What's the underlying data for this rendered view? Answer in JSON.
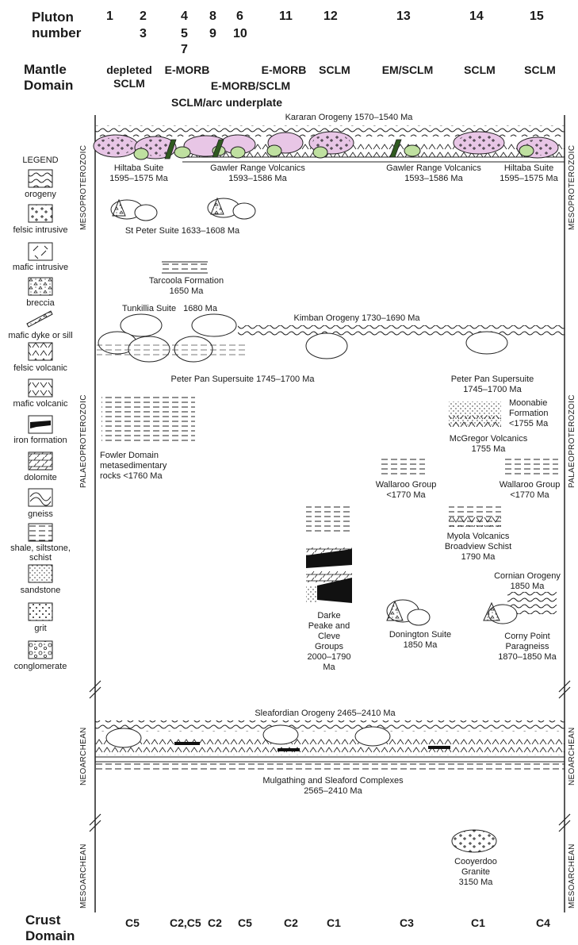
{
  "header": {
    "pluton_label": "Pluton number",
    "pluton_label_line1": "Pluton",
    "pluton_label_line2": "number",
    "mantle_label_line1": "Mantle",
    "mantle_label_line2": "Domain",
    "crust_label_line1": "Crust",
    "crust_label_line2": "Domain"
  },
  "pluton_numbers": {
    "n1": "1",
    "n2": "2",
    "n3": "3",
    "n4": "4",
    "n5": "5",
    "n7": "7",
    "n8": "8",
    "n9": "9",
    "n6": "6",
    "n10": "10",
    "n11": "11",
    "n12": "12",
    "n13": "13",
    "n14": "14",
    "n15": "15"
  },
  "mantle_domains": {
    "m1_line1": "depleted",
    "m1_line2": "SCLM",
    "m2": "E-MORB",
    "m3": "E-MORB/SCLM",
    "m4": "SCLM/arc underplate",
    "m5": "E-MORB",
    "m6": "SCLM",
    "m7": "EM/SCLM",
    "m8": "SCLM",
    "m9": "SCLM"
  },
  "eons": {
    "meso": "MESOPROTEROZOIC",
    "palaeo": "PALAEOPROTEROZOIC",
    "neoarchean": "NEOARCHEAN",
    "mesoarchean": "MESOARCHEAN"
  },
  "legend": {
    "title": "LEGEND",
    "items": [
      {
        "label": "orogeny",
        "icon": "orogeny-icon"
      },
      {
        "label": "felsic intrusive",
        "icon": "felsic-intrusive-icon"
      },
      {
        "label": "mafic intrusive",
        "icon": "mafic-intrusive-icon"
      },
      {
        "label": "breccia",
        "icon": "breccia-icon"
      },
      {
        "label": "mafic dyke or sill",
        "icon": "mafic-dyke-icon"
      },
      {
        "label": "felsic volcanic",
        "icon": "felsic-volcanic-icon"
      },
      {
        "label": "mafic volcanic",
        "icon": "mafic-volcanic-icon"
      },
      {
        "label": "iron formation",
        "icon": "iron-formation-icon"
      },
      {
        "label": "dolomite",
        "icon": "dolomite-icon"
      },
      {
        "label": "gneiss",
        "icon": "gneiss-icon"
      },
      {
        "label": "shale, siltstone, schist",
        "label_l1": "shale, siltstone,",
        "label_l2": "schist",
        "icon": "shale-icon"
      },
      {
        "label": "sandstone",
        "icon": "sandstone-icon"
      },
      {
        "label": "grit",
        "icon": "grit-icon"
      },
      {
        "label": "conglomerate",
        "icon": "conglomerate-icon"
      }
    ]
  },
  "units": {
    "kararan": "Kararan Orogeny 1570–1540 Ma",
    "hiltaba_l": "Hiltaba Suite",
    "hiltaba_l_age": "1595–1575 Ma",
    "grv_l": "Gawler Range Volcanics",
    "grv_l_age": "1593–1586 Ma",
    "grv_r": "Gawler Range Volcanics",
    "grv_r_age": "1593–1586 Ma",
    "hiltaba_r": "Hiltaba Suite",
    "hiltaba_r_age": "1595–1575 Ma",
    "st_peter": "St Peter Suite 1633–1608 Ma",
    "tarcoola": "Tarcoola Formation",
    "tarcoola_age": "1650 Ma",
    "tunkillia": "Tunkillia Suite",
    "tunkillia_age": "1680 Ma",
    "kimban": "Kimban Orogeny 1730–1690 Ma",
    "peter_pan_l": "Peter  Pan Supersuite 1745–1700 Ma",
    "peter_pan_r": "Peter  Pan Supersuite",
    "peter_pan_r_age": "1745–1700 Ma",
    "moonabie_l1": "Moonabie",
    "moonabie_l2": "Formation",
    "moonabie_l3": "<1755 Ma",
    "mcgregor": "McGregor Volcanics",
    "mcgregor_age": "1755 Ma",
    "fowler_l1": "Fowler Domain",
    "fowler_l2": "metasedimentary",
    "fowler_l3": "rocks <1760 Ma",
    "wallaroo_l": "Wallaroo Group",
    "wallaroo_l_age": "<1770 Ma",
    "wallaroo_r": "Wallaroo Group",
    "wallaroo_r_age": "<1770 Ma",
    "myola_l1": "Myola Volcanics",
    "myola_l2": "Broadview Schist",
    "myola_l3": "1790 Ma",
    "cornian": "Cornian Orogeny",
    "cornian_age": "1850 Ma",
    "darke_l1": "Darke",
    "darke_l2": "Peake and",
    "darke_l3": "Cleve",
    "darke_l4": "Groups",
    "darke_l5": "2000–1790",
    "darke_l6": "Ma",
    "donington": "Donington Suite",
    "donington_age": "1850 Ma",
    "corny_l1": "Corny Point",
    "corny_l2": "Paragneiss",
    "corny_l3": "1870–1850 Ma",
    "sleafordian": "Sleafordian Orogeny 2465–2410 Ma",
    "mulgathing": "Mulgathing and Sleaford Complexes",
    "mulgathing_age": "2565–2410 Ma",
    "cooyerdoo_l1": "Cooyerdoo",
    "cooyerdoo_l2": "Granite",
    "cooyerdoo_l3": "3150 Ma"
  },
  "crust_domains": {
    "c1": "C5",
    "c2": "C2,C5",
    "c3": "C2",
    "c4": "C5",
    "c5": "C2",
    "c6": "C1",
    "c7": "C3",
    "c8": "C1",
    "c9": "C4"
  },
  "colors": {
    "felsic_fill": "#e8c6e6",
    "mafic_fill": "#bfe0a0",
    "dyke_fill": "#2f5a1f",
    "line": "#222222",
    "iron": "#111111"
  }
}
